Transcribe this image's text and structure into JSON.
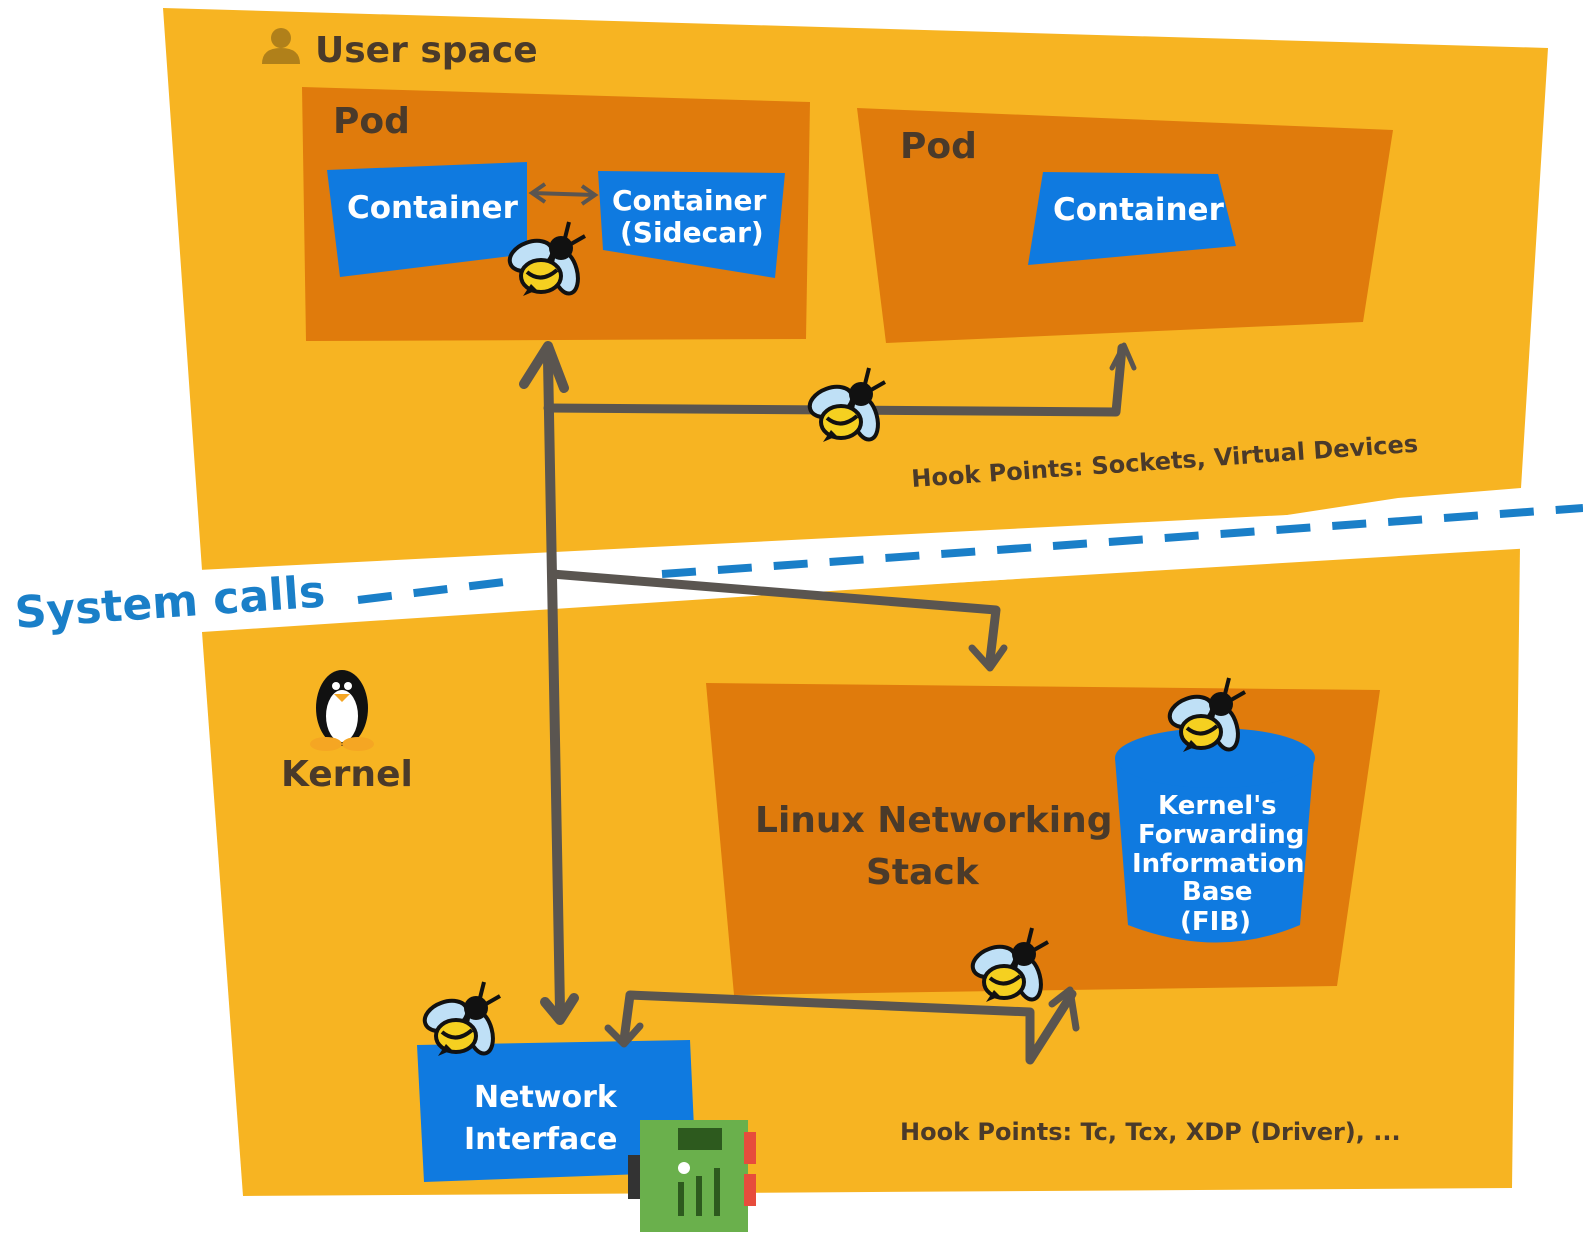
{
  "user_space": {
    "label": "User space",
    "hook_points": "Hook Points: Sockets, Virtual Devices"
  },
  "pod_left": {
    "label": "Pod",
    "container": "Container",
    "sidecar_line1": "Container",
    "sidecar_line2": "(Sidecar)"
  },
  "pod_right": {
    "label": "Pod",
    "container": "Container"
  },
  "system_calls": {
    "label": "System calls"
  },
  "kernel": {
    "label": "Kernel",
    "stack_line1": "Linux Networking",
    "stack_line2": "Stack",
    "fib_line1": "Kernel's",
    "fib_line2": "Forwarding",
    "fib_line3": "Information",
    "fib_line4": "Base",
    "fib_line5": "(FIB)",
    "nic_line1": "Network",
    "nic_line2": "Interface",
    "hook_points": "Hook Points: Tc, Tcx, XDP (Driver), ..."
  },
  "colors": {
    "panel": "#f7b422",
    "pod": "#e07b0c",
    "container": "#0f7ae0",
    "arrow": "#5a5550",
    "divider": "#1a7fc8"
  },
  "icons": [
    "user-icon",
    "penguin-icon",
    "bee-icon",
    "network-card-icon"
  ]
}
